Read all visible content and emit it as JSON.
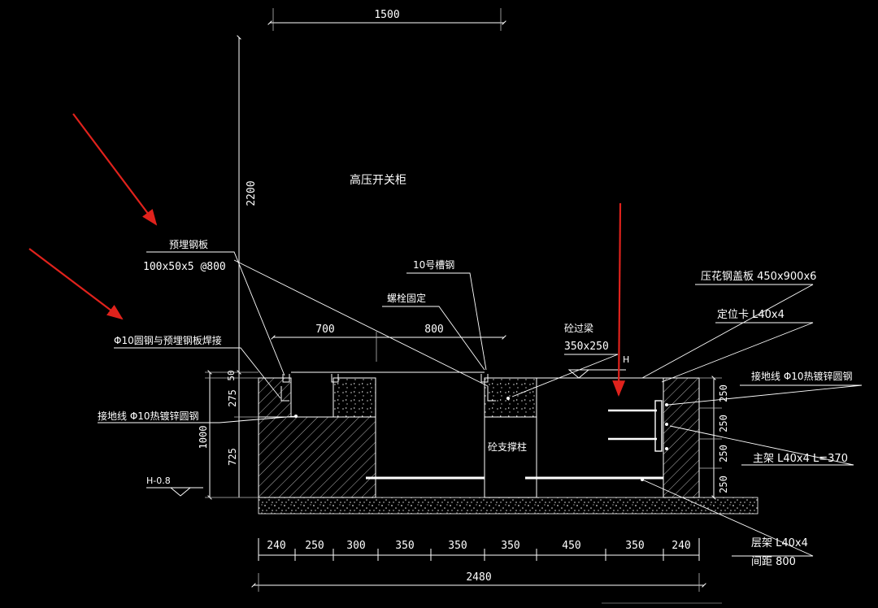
{
  "colors": {
    "background": "#000000",
    "lines": "#ffffff",
    "annotation_arrow": "#e0221c"
  },
  "title": "高压开关柜",
  "top_dimension": "1500",
  "height_dimension": "2200",
  "labels": {
    "embedded_plate": "预埋钢板",
    "embedded_plate_spec": "100x50x5 @800",
    "rod_weld": "Φ10圆钢与预埋钢板焊接",
    "ground_wire_left": "接地线 Φ10热镀锌圆钢",
    "channel_steel": "10号槽钢",
    "bolt": "螺栓固定",
    "beam": "砼过梁",
    "beam_size": "350x250",
    "cover_plate": "压花钢盖板 450x900x6",
    "locator": "定位卡 L40x4",
    "ground_wire_right": "接地线 Φ10热镀锌圆钢",
    "main_frame": "主架 L40x4 L=370",
    "column": "砼支撑柱",
    "shelf": "层架 L40x4",
    "spacing": "间距 800",
    "level_h": "H",
    "level_h08": "H-0.8"
  },
  "mid_dimensions": [
    "700",
    "800"
  ],
  "left_dimensions": [
    "50",
    "275",
    "725",
    "1000"
  ],
  "right_dimensions": [
    "250",
    "250",
    "250",
    "250"
  ],
  "bottom_dimensions": [
    "240",
    "250",
    "300",
    "350",
    "350",
    "350",
    "450",
    "350",
    "240"
  ],
  "total_dimension": "2480"
}
